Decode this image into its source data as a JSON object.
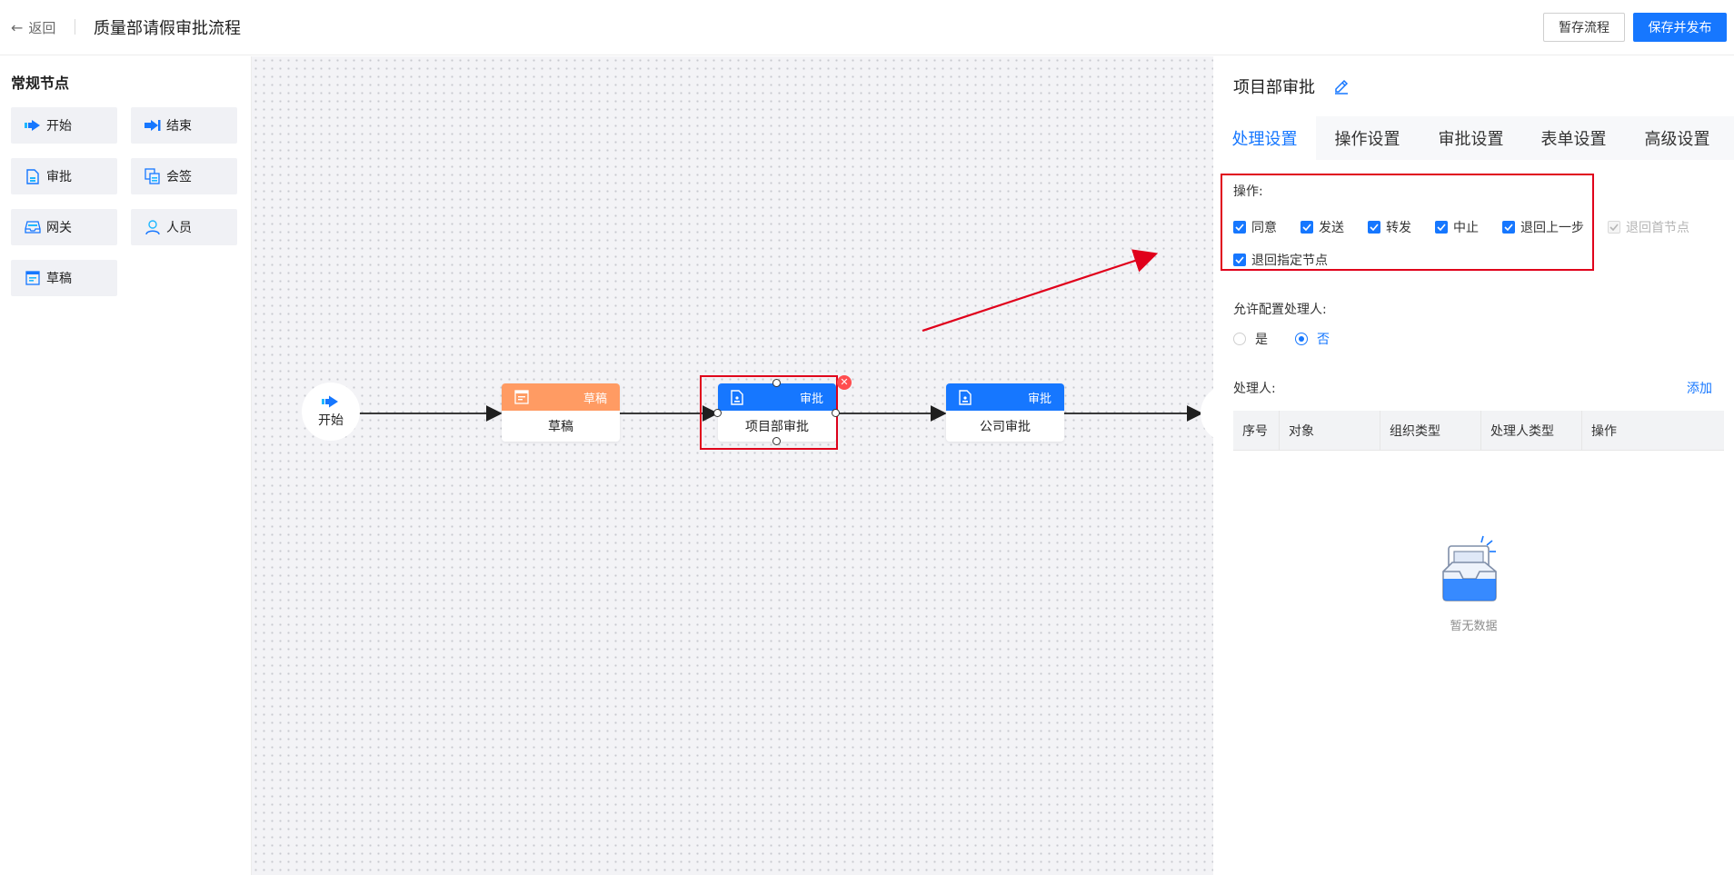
{
  "header": {
    "back_label": "返回",
    "title": "质量部请假审批流程",
    "save_draft_label": "暂存流程",
    "save_publish_label": "保存并发布"
  },
  "palette": {
    "title": "常规节点",
    "items": [
      {
        "label": "开始",
        "icon": "start-arrow-icon"
      },
      {
        "label": "结束",
        "icon": "end-arrow-icon"
      },
      {
        "label": "审批",
        "icon": "approve-doc-icon"
      },
      {
        "label": "会签",
        "icon": "countersign-icon"
      },
      {
        "label": "网关",
        "icon": "gateway-icon"
      },
      {
        "label": "人员",
        "icon": "person-icon"
      },
      {
        "label": "草稿",
        "icon": "draft-icon"
      }
    ]
  },
  "canvas": {
    "start_label": "开始",
    "nodes": [
      {
        "type": "草稿",
        "name": "草稿",
        "color": "#ff9b63"
      },
      {
        "type": "审批",
        "name": "项目部审批",
        "color": "#1677ff",
        "selected": true
      },
      {
        "type": "审批",
        "name": "公司审批",
        "color": "#1677ff"
      }
    ]
  },
  "panel": {
    "title": "项目部审批",
    "tabs": [
      "处理设置",
      "操作设置",
      "审批设置",
      "表单设置",
      "高级设置"
    ],
    "active_tab": "处理设置",
    "operations_label": "操作:",
    "operations": [
      {
        "label": "同意",
        "checked": true,
        "disabled": false
      },
      {
        "label": "发送",
        "checked": true,
        "disabled": false
      },
      {
        "label": "转发",
        "checked": true,
        "disabled": false
      },
      {
        "label": "中止",
        "checked": true,
        "disabled": false
      },
      {
        "label": "退回上一步",
        "checked": true,
        "disabled": false
      },
      {
        "label": "退回首节点",
        "checked": true,
        "disabled": true
      },
      {
        "label": "退回指定节点",
        "checked": true,
        "disabled": false
      }
    ],
    "allow_config_label": "允许配置处理人:",
    "allow_config_options": [
      {
        "label": "是",
        "selected": false
      },
      {
        "label": "否",
        "selected": true
      }
    ],
    "handler_label": "处理人:",
    "add_label": "添加",
    "table_columns": [
      "序号",
      "对象",
      "组织类型",
      "处理人类型",
      "操作"
    ],
    "empty_text": "暂无数据"
  },
  "colors": {
    "accent": "#1677ff",
    "draft": "#ff9b63",
    "annotation": "#e0001b"
  }
}
